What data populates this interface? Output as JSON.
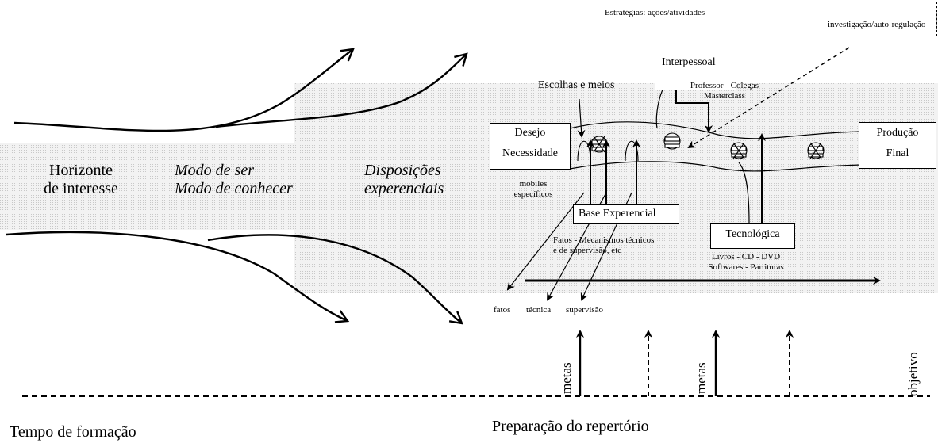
{
  "horizon": {
    "line1": "Horizonte",
    "line2": "de interesse"
  },
  "mode": {
    "line1": "Modo de ser",
    "line2": "Modo de conhecer"
  },
  "dispositions": {
    "line1": "Disposições",
    "line2": "experenciais"
  },
  "boxes": {
    "desire_line1": "Desejo",
    "desire_line2": "Necessidade",
    "interpersonal": "Interpessoal",
    "experiential_base": "Base Experencial",
    "technological": "Tecnológica",
    "production_line1": "Produção",
    "production_line2": "Final",
    "strategies_line1": "Estratégias: ações/atividades",
    "strategies_line2": "investigação/auto-regulação"
  },
  "labels": {
    "choices": "Escolhas e meios",
    "teacher": "Professor - Colegas",
    "masterclass": "Masterclass",
    "mobiles_line1": "mobiles",
    "mobiles_line2": "específicos",
    "facts_line1": "Fatos - Mecanismos técnicos",
    "facts_line2": "e de supervisão, etc",
    "books_line1": "Livros - CD - DVD",
    "books_line2": "Softwares - Partituras",
    "fatos": "fatos",
    "tecnica": "técnica",
    "supervisao": "supervisão"
  },
  "timeline": {
    "goal1": "metas",
    "goal2": "metas",
    "objective": "objetivo",
    "training_time": "Tempo de formação",
    "repertoire_prep": "Preparação do repertório"
  },
  "colors": {
    "shade": "#e6e6e6",
    "line": "#000000"
  }
}
